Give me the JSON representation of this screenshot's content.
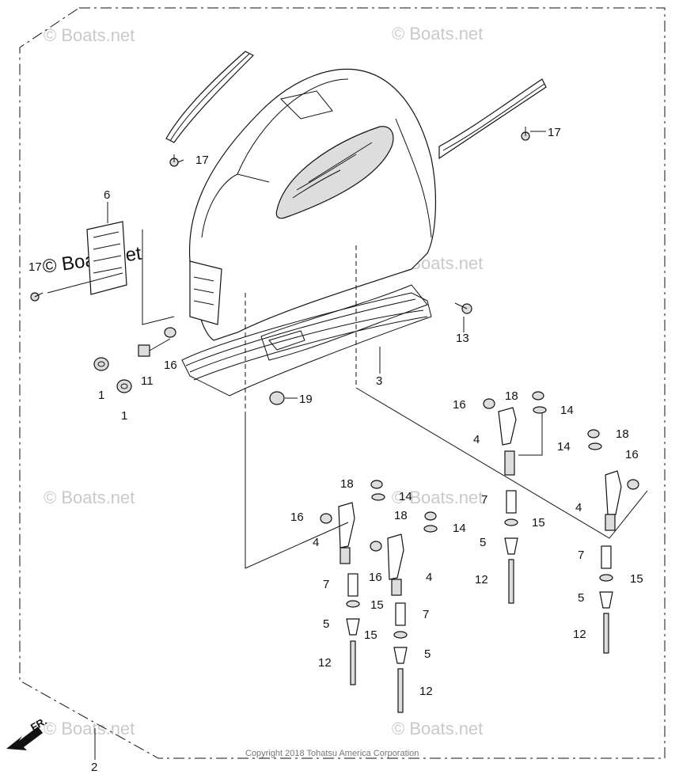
{
  "watermark": "© Boats.net",
  "copyright": "Copyright 2018 Tohatsu America Corporation",
  "front_arrow_label": "FR.",
  "callouts": {
    "c1a": "1",
    "c1b": "1",
    "c2": "2",
    "c3": "3",
    "c4a": "4",
    "c4b": "4",
    "c4c": "4",
    "c4d": "4",
    "c5a": "5",
    "c5b": "5",
    "c5c": "5",
    "c5d": "5",
    "c6": "6",
    "c7a": "7",
    "c7b": "7",
    "c7c": "7",
    "c7d": "7",
    "c11": "11",
    "c12a": "12",
    "c12b": "12",
    "c12c": "12",
    "c12d": "12",
    "c13": "13",
    "c14a": "14",
    "c14b": "14",
    "c14c": "14",
    "c14d": "14",
    "c15a": "15",
    "c15b": "15",
    "c15c": "15",
    "c15d": "15",
    "c16a": "16",
    "c16b": "16",
    "c16c": "16",
    "c16d": "16",
    "c16e": "16",
    "c17a": "17",
    "c17b": "17",
    "c17c": "17",
    "c18a": "18",
    "c18b": "18",
    "c18c": "18",
    "c18d": "18",
    "c19": "19"
  }
}
